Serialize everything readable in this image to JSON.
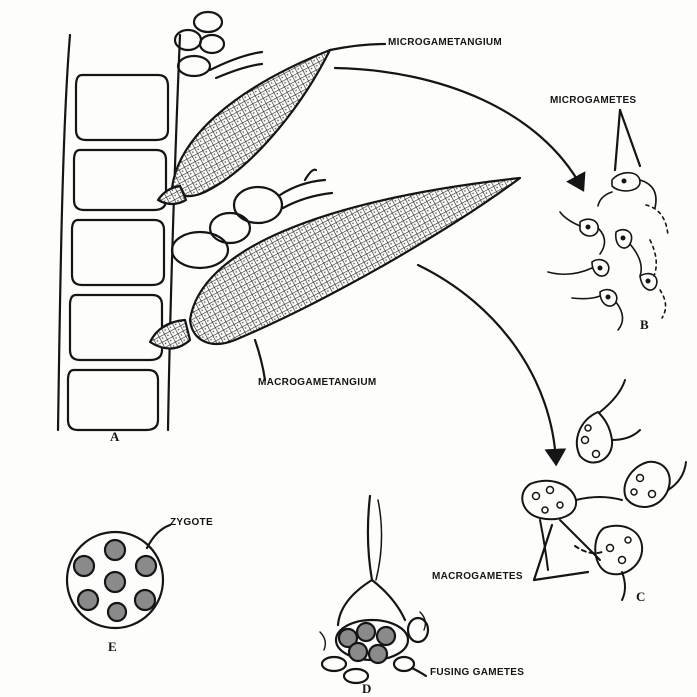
{
  "labels": {
    "microgametangium": "MICROGAMETANGIUM",
    "microgametes": "MICROGAMETES",
    "macrogametangium": "MACROGAMETANGIUM",
    "macrogametes": "MACROGAMETES",
    "zygote": "ZYGOTE",
    "fusing_gametes": "FUSING GAMETES"
  },
  "panels": {
    "a": "A",
    "b": "B",
    "c": "C",
    "d": "D",
    "e": "E"
  },
  "colors": {
    "ink": "#151515",
    "paper": "#fdfdfb",
    "hatch": "#2a2a2a"
  }
}
